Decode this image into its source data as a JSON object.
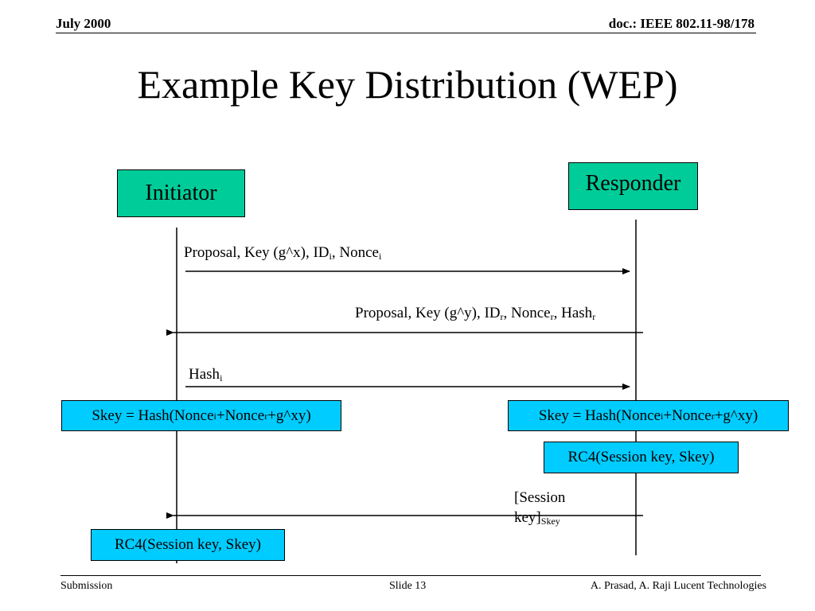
{
  "header": {
    "date": "July 2000",
    "doc": "doc.: IEEE 802.11-98/178"
  },
  "title": "Example Key Distribution (WEP)",
  "actors": {
    "initiator": "Initiator",
    "responder": "Responder"
  },
  "messages": {
    "m1": {
      "main": "Proposal, Key (g^x), ID",
      "sub1": "i",
      "mid": ", Nonce",
      "sub2": "i"
    },
    "m2": {
      "main": "Proposal, Key (g^y), ID",
      "sub1": "r",
      "mid1": ", Nonce",
      "sub2": "r",
      "mid2": ", Hash",
      "sub3": "r"
    },
    "m3": {
      "main": "Hash",
      "sub1": "i"
    },
    "m4": {
      "line1": "[Session",
      "line2": "key]",
      "sub1": "Skey"
    }
  },
  "boxes": {
    "skey_left": {
      "a": "Skey = Hash(Nonce",
      "s1": "i",
      "b": "+Nonce",
      "s2": "r",
      "c": "+g^xy)"
    },
    "skey_right": {
      "a": "Skey = Hash(Nonce",
      "s1": "i",
      "b": "+Nonce",
      "s2": "r",
      "c": "+g^xy)"
    },
    "rc4_right": "RC4(Session key, Skey)",
    "rc4_left": "RC4(Session key, Skey)"
  },
  "footer": {
    "left": "Submission",
    "center": "Slide 13",
    "right": "A. Prasad, A. Raji  Lucent Technologies"
  },
  "colors": {
    "actor_fill": "#00cc99",
    "box_fill": "#00ccff"
  }
}
